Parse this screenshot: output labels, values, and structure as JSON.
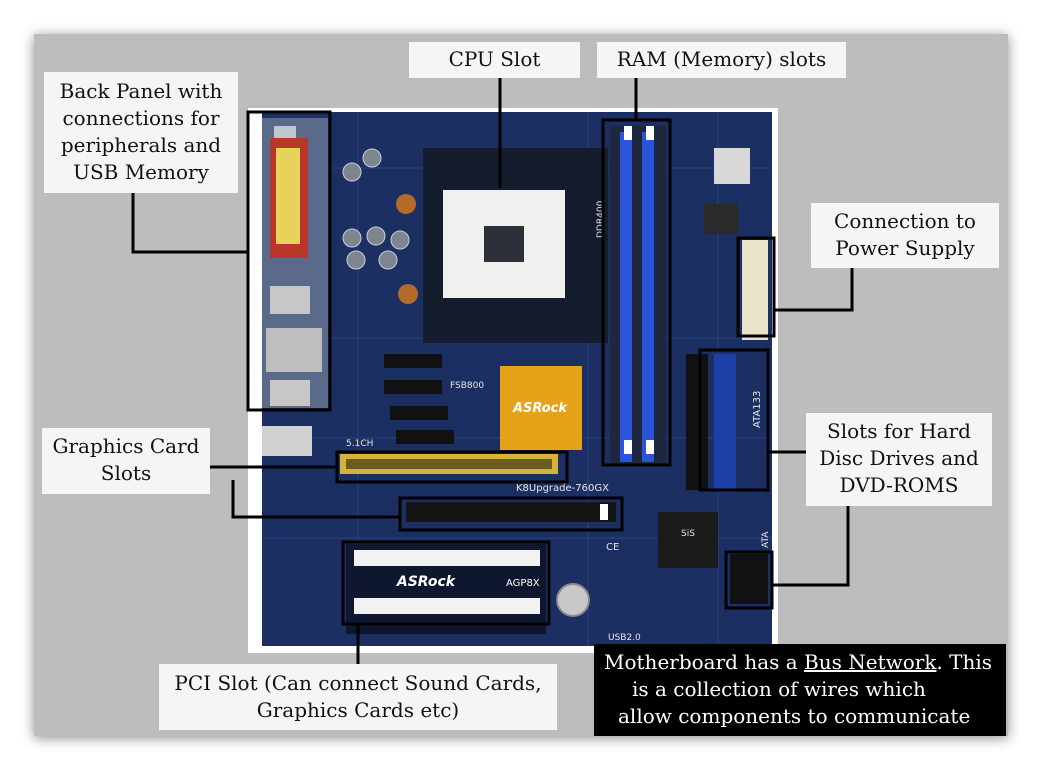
{
  "labels": {
    "back_panel": [
      "Back Panel with",
      "connections for",
      "peripherals and",
      "USB Memory"
    ],
    "cpu_slot": "CPU Slot",
    "ram_slots": "RAM (Memory) slots",
    "power_supply": [
      "Connection to",
      "Power Supply"
    ],
    "graphics_card": [
      "Graphics Card",
      "Slots"
    ],
    "hard_disc": [
      "Slots for Hard",
      "Disc Drives and",
      "DVD-ROMS"
    ],
    "pci_slot": [
      "PCI Slot (Can connect Sound Cards,",
      "Graphics Cards etc)"
    ]
  },
  "bus_note": {
    "prefix": "Motherboard has a ",
    "link": "Bus Network",
    "suffix": ". This",
    "line2": "is a collection of wires which",
    "line3": "allow components to communicate"
  },
  "board_text": {
    "brand": "ASRock",
    "agp": "AGP8X",
    "fsb": "FSB800",
    "ddr": "DDR400",
    "ata": "ATA133",
    "ata2": "ATA",
    "audio": "5.1CH",
    "usb": "USB2.0",
    "sis": "SiS",
    "ce": "CE",
    "model": "K8Upgrade-760GX"
  },
  "colors": {
    "frame": "#bdbdbd",
    "board": "#1c2f63",
    "label_bg": "#f5f5f5",
    "note_bg": "#000000",
    "leader": "#000000",
    "heatsink": "#e8a21a",
    "ram_slot": "#2a55d8"
  }
}
